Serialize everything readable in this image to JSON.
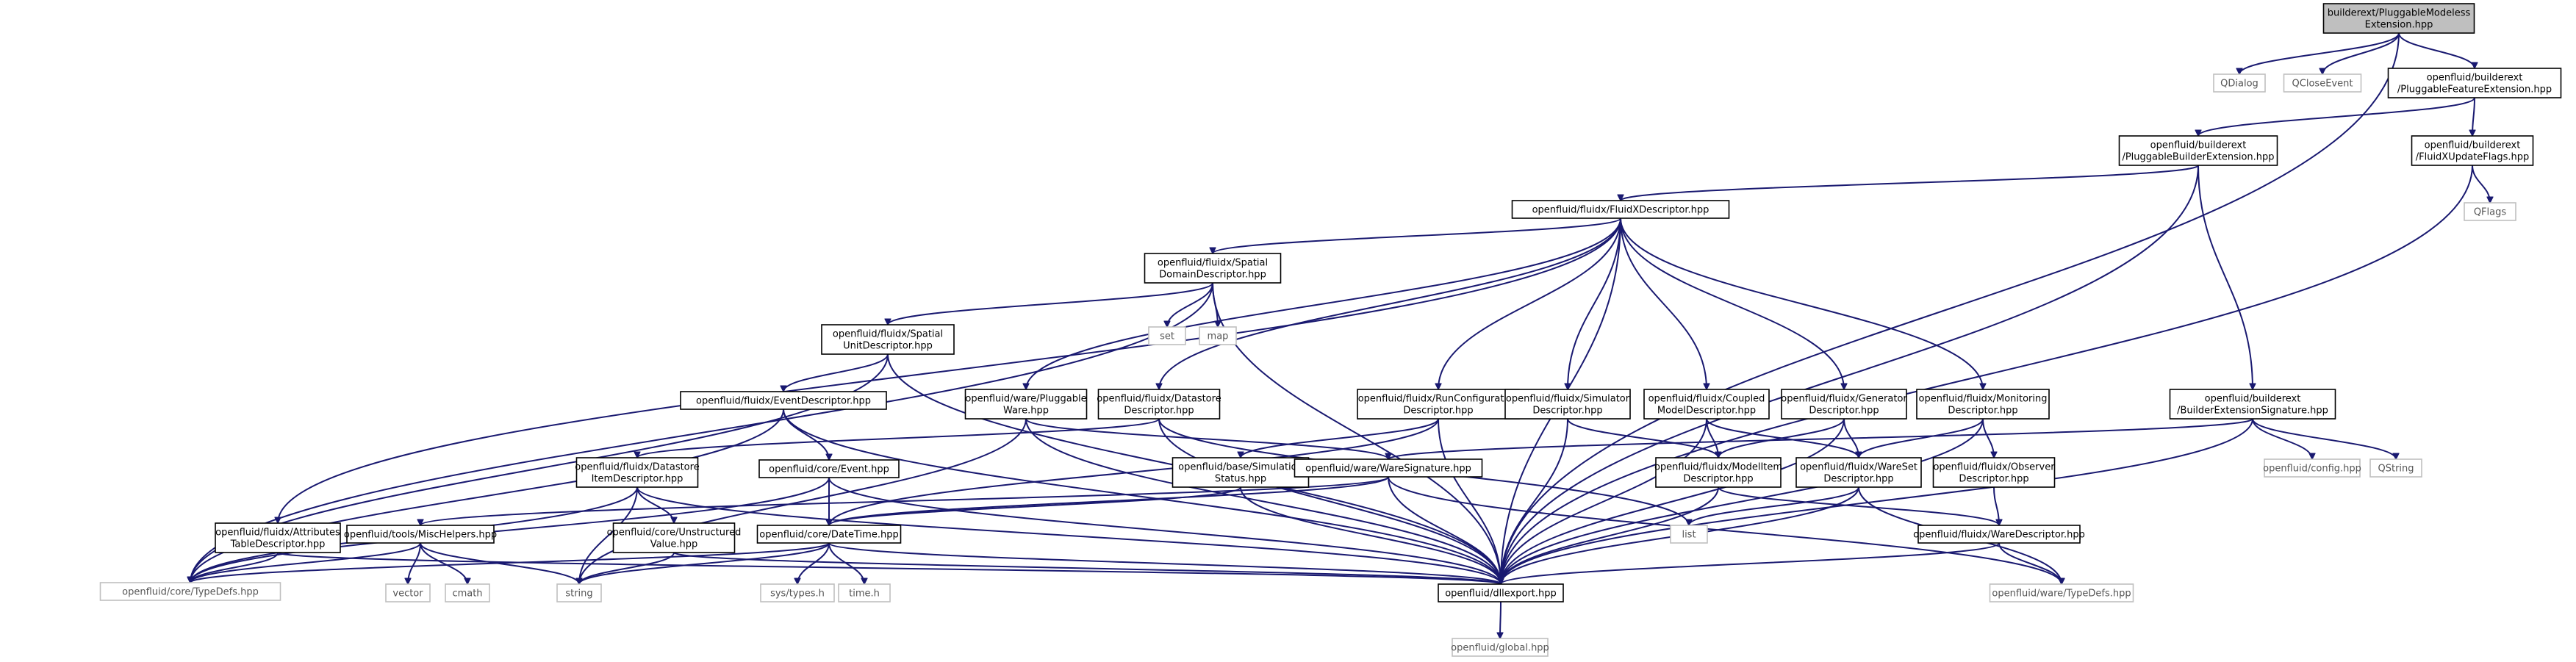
{
  "nodes": [
    {
      "id": "root",
      "lines": [
        "builderext/PluggableModeless",
        "Extension.hpp"
      ],
      "external": false,
      "root": true
    },
    {
      "id": "qdialog",
      "lines": [
        "QDialog"
      ],
      "external": true
    },
    {
      "id": "qcloseevent",
      "lines": [
        "QCloseEvent"
      ],
      "external": true
    },
    {
      "id": "pfe",
      "lines": [
        "openfluid/builderext",
        "/PluggableFeatureExtension.hpp"
      ],
      "external": false
    },
    {
      "id": "pbe",
      "lines": [
        "openfluid/builderext",
        "/PluggableBuilderExtension.hpp"
      ],
      "external": false
    },
    {
      "id": "fuf",
      "lines": [
        "openfluid/builderext",
        "/FluidXUpdateFlags.hpp"
      ],
      "external": false
    },
    {
      "id": "qflags",
      "lines": [
        "QFlags"
      ],
      "external": true
    },
    {
      "id": "fxd",
      "lines": [
        "openfluid/fluidx/FluidXDescriptor.hpp"
      ],
      "external": false
    },
    {
      "id": "sdd",
      "lines": [
        "openfluid/fluidx/Spatial",
        "DomainDescriptor.hpp"
      ],
      "external": false
    },
    {
      "id": "set",
      "lines": [
        "set"
      ],
      "external": true
    },
    {
      "id": "map",
      "lines": [
        "map"
      ],
      "external": true
    },
    {
      "id": "sud",
      "lines": [
        "openfluid/fluidx/Spatial",
        "UnitDescriptor.hpp"
      ],
      "external": false
    },
    {
      "id": "evd",
      "lines": [
        "openfluid/fluidx/EventDescriptor.hpp"
      ],
      "external": false
    },
    {
      "id": "pw",
      "lines": [
        "openfluid/ware/Pluggable",
        "Ware.hpp"
      ],
      "external": false
    },
    {
      "id": "dsd",
      "lines": [
        "openfluid/fluidx/Datastore",
        "Descriptor.hpp"
      ],
      "external": false
    },
    {
      "id": "rcd",
      "lines": [
        "openfluid/fluidx/RunConfiguration",
        "Descriptor.hpp"
      ],
      "external": false
    },
    {
      "id": "simd",
      "lines": [
        "openfluid/fluidx/Simulator",
        "Descriptor.hpp"
      ],
      "external": false
    },
    {
      "id": "cmd",
      "lines": [
        "openfluid/fluidx/Coupled",
        "ModelDescriptor.hpp"
      ],
      "external": false
    },
    {
      "id": "gend",
      "lines": [
        "openfluid/fluidx/Generator",
        "Descriptor.hpp"
      ],
      "external": false
    },
    {
      "id": "mond",
      "lines": [
        "openfluid/fluidx/Monitoring",
        "Descriptor.hpp"
      ],
      "external": false
    },
    {
      "id": "bes",
      "lines": [
        "openfluid/builderext",
        "/BuilderExtensionSignature.hpp"
      ],
      "external": false
    },
    {
      "id": "dsid",
      "lines": [
        "openfluid/fluidx/Datastore",
        "ItemDescriptor.hpp"
      ],
      "external": false
    },
    {
      "id": "event",
      "lines": [
        "openfluid/core/Event.hpp"
      ],
      "external": false
    },
    {
      "id": "simstat",
      "lines": [
        "openfluid/base/Simulation",
        "Status.hpp"
      ],
      "external": false
    },
    {
      "id": "wsig",
      "lines": [
        "openfluid/ware/WareSignature.hpp"
      ],
      "external": false
    },
    {
      "id": "mid",
      "lines": [
        "openfluid/fluidx/ModelItem",
        "Descriptor.hpp"
      ],
      "external": false
    },
    {
      "id": "wsd",
      "lines": [
        "openfluid/fluidx/WareSet",
        "Descriptor.hpp"
      ],
      "external": false
    },
    {
      "id": "obsd",
      "lines": [
        "openfluid/fluidx/Observer",
        "Descriptor.hpp"
      ],
      "external": false
    },
    {
      "id": "config",
      "lines": [
        "openfluid/config.hpp"
      ],
      "external": true
    },
    {
      "id": "qstring",
      "lines": [
        "QString"
      ],
      "external": true
    },
    {
      "id": "atd",
      "lines": [
        "openfluid/fluidx/Attributes",
        "TableDescriptor.hpp"
      ],
      "external": false
    },
    {
      "id": "misc",
      "lines": [
        "openfluid/tools/MiscHelpers.hpp"
      ],
      "external": false
    },
    {
      "id": "uv",
      "lines": [
        "openfluid/core/Unstructured",
        "Value.hpp"
      ],
      "external": false
    },
    {
      "id": "dt",
      "lines": [
        "openfluid/core/DateTime.hpp"
      ],
      "external": false
    },
    {
      "id": "list",
      "lines": [
        "list"
      ],
      "external": true
    },
    {
      "id": "wd",
      "lines": [
        "openfluid/fluidx/WareDescriptor.hpp"
      ],
      "external": false
    },
    {
      "id": "ctd",
      "lines": [
        "openfluid/core/TypeDefs.hpp"
      ],
      "external": true
    },
    {
      "id": "vector",
      "lines": [
        "vector"
      ],
      "external": true
    },
    {
      "id": "cmath",
      "lines": [
        "cmath"
      ],
      "external": true
    },
    {
      "id": "string",
      "lines": [
        "string"
      ],
      "external": true
    },
    {
      "id": "systypes",
      "lines": [
        "sys/types.h"
      ],
      "external": true
    },
    {
      "id": "timeh",
      "lines": [
        "time.h"
      ],
      "external": true
    },
    {
      "id": "dllexport",
      "lines": [
        "openfluid/dllexport.hpp"
      ],
      "external": false
    },
    {
      "id": "wtd",
      "lines": [
        "openfluid/ware/TypeDefs.hpp"
      ],
      "external": true
    },
    {
      "id": "global",
      "lines": [
        "openfluid/global.hpp"
      ],
      "external": true
    }
  ],
  "edges": [
    [
      "root",
      "qdialog"
    ],
    [
      "root",
      "qcloseevent"
    ],
    [
      "root",
      "pfe"
    ],
    [
      "root",
      "dllexport"
    ],
    [
      "pfe",
      "pbe"
    ],
    [
      "pfe",
      "fuf"
    ],
    [
      "fuf",
      "qflags"
    ],
    [
      "fuf",
      "dllexport"
    ],
    [
      "pbe",
      "fxd"
    ],
    [
      "pbe",
      "bes"
    ],
    [
      "pbe",
      "dllexport"
    ],
    [
      "fxd",
      "sdd"
    ],
    [
      "fxd",
      "pw"
    ],
    [
      "fxd",
      "dsd"
    ],
    [
      "fxd",
      "rcd"
    ],
    [
      "fxd",
      "simd"
    ],
    [
      "fxd",
      "cmd"
    ],
    [
      "fxd",
      "gend"
    ],
    [
      "fxd",
      "mond"
    ],
    [
      "fxd",
      "atd"
    ],
    [
      "fxd",
      "dllexport"
    ],
    [
      "sdd",
      "set"
    ],
    [
      "sdd",
      "map"
    ],
    [
      "sdd",
      "sud"
    ],
    [
      "sdd",
      "ctd"
    ],
    [
      "sdd",
      "dllexport"
    ],
    [
      "sud",
      "evd"
    ],
    [
      "sud",
      "ctd"
    ],
    [
      "sud",
      "dllexport"
    ],
    [
      "evd",
      "event"
    ],
    [
      "evd",
      "ctd"
    ],
    [
      "evd",
      "dllexport"
    ],
    [
      "pw",
      "wsig"
    ],
    [
      "pw",
      "string"
    ],
    [
      "pw",
      "dllexport"
    ],
    [
      "dsd",
      "dsid"
    ],
    [
      "dsd",
      "list"
    ],
    [
      "dsd",
      "dllexport"
    ],
    [
      "rcd",
      "simstat"
    ],
    [
      "rcd",
      "dt"
    ],
    [
      "rcd",
      "dllexport"
    ],
    [
      "simd",
      "mid"
    ],
    [
      "simd",
      "dllexport"
    ],
    [
      "cmd",
      "mid"
    ],
    [
      "cmd",
      "wsd"
    ],
    [
      "cmd",
      "dllexport"
    ],
    [
      "gend",
      "mid"
    ],
    [
      "gend",
      "wsd"
    ],
    [
      "gend",
      "dllexport"
    ],
    [
      "mond",
      "wsd"
    ],
    [
      "mond",
      "obsd"
    ],
    [
      "mond",
      "dllexport"
    ],
    [
      "bes",
      "wsig"
    ],
    [
      "bes",
      "config"
    ],
    [
      "bes",
      "qstring"
    ],
    [
      "bes",
      "dllexport"
    ],
    [
      "dsid",
      "uv"
    ],
    [
      "dsid",
      "string"
    ],
    [
      "dsid",
      "ctd"
    ],
    [
      "dsid",
      "dllexport"
    ],
    [
      "event",
      "dt"
    ],
    [
      "event",
      "ctd"
    ],
    [
      "event",
      "dllexport"
    ],
    [
      "simstat",
      "dt"
    ],
    [
      "simstat",
      "dllexport"
    ],
    [
      "wsig",
      "misc"
    ],
    [
      "wsig",
      "dt"
    ],
    [
      "wsig",
      "wtd"
    ],
    [
      "wsig",
      "dllexport"
    ],
    [
      "mid",
      "wd"
    ],
    [
      "mid",
      "dllexport"
    ],
    [
      "wsd",
      "list"
    ],
    [
      "wsd",
      "wtd"
    ],
    [
      "wsd",
      "dllexport"
    ],
    [
      "obsd",
      "wd"
    ],
    [
      "wd",
      "wtd"
    ],
    [
      "wd",
      "dllexport"
    ],
    [
      "atd",
      "ctd"
    ],
    [
      "atd",
      "dllexport"
    ],
    [
      "misc",
      "vector"
    ],
    [
      "misc",
      "cmath"
    ],
    [
      "misc",
      "string"
    ],
    [
      "misc",
      "ctd"
    ],
    [
      "uv",
      "string"
    ],
    [
      "uv",
      "dllexport"
    ],
    [
      "dt",
      "systypes"
    ],
    [
      "dt",
      "timeh"
    ],
    [
      "dt",
      "string"
    ],
    [
      "dt",
      "ctd"
    ],
    [
      "dt",
      "dllexport"
    ],
    [
      "dllexport",
      "global"
    ]
  ],
  "colors": {
    "edge": "#191970",
    "node_border": "#000000",
    "external_border": "#c0c0c0",
    "root_fill": "#bfbfbf"
  }
}
